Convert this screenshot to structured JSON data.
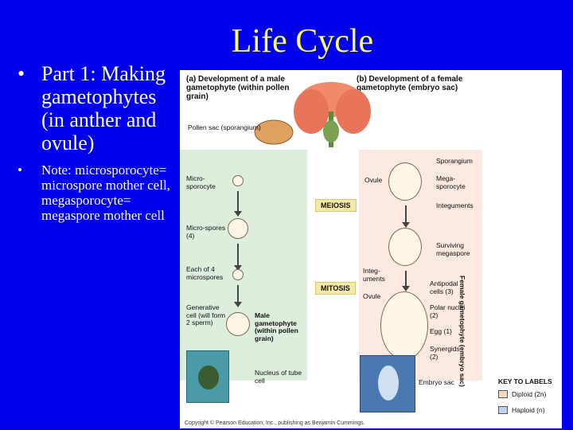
{
  "slide": {
    "title": "Life Cycle",
    "bullet1": "Part 1: Making gametophytes (in anther and ovule)",
    "bullet2": "Note: microsporocyte= microspore mother cell, megasporocyte= megaspore mother cell",
    "bullet_marker": "•"
  },
  "figure": {
    "header_a": "(a) Development of a male gametophyte (within pollen grain)",
    "header_b": "(b) Development of a female gametophyte (embryo sac)",
    "pollen_sac": "Pollen sac (sporangium)",
    "microsporocyte": "Micro-sporocyte",
    "microspores": "Micro-spores (4)",
    "each_of_4": "Each of 4 microspores",
    "generative_cell": "Generative cell (will form 2 sperm)",
    "male_gametophyte": "Male gametophyte (within pollen grain)",
    "nucleus_tube": "Nucleus of tube cell",
    "meiosis": "MEIOSIS",
    "mitosis": "MITOSIS",
    "sporangium": "Sporangium",
    "ovule_top": "Ovule",
    "megasporocyte": "Mega-sporocyte",
    "integuments_top": "Integuments",
    "surviving_megaspore": "Surviving megaspore",
    "integuments_mid": "Integ-uments",
    "ovule_mid": "Ovule",
    "antipodal": "Antipodal cells (3)",
    "polar_nuclei": "Polar nuclei (2)",
    "egg": "Egg (1)",
    "synergids": "Synergids (2)",
    "embryo_sac": "Embryo sac",
    "female_gametophyte_side": "Female gametophyte (embryo sac)",
    "key_title": "KEY TO LABELS",
    "diploid": "Diploid (2n)",
    "haploid": "Haploid (n)",
    "copyright": "Copyright © Pearson Education, Inc., publishing as Benjamin Cummings."
  },
  "colors": {
    "background": "#0000ee",
    "title": "#ffff66",
    "text": "#ffffff",
    "diploid": "#f8d8c0",
    "haploid": "#bcd0ea"
  }
}
